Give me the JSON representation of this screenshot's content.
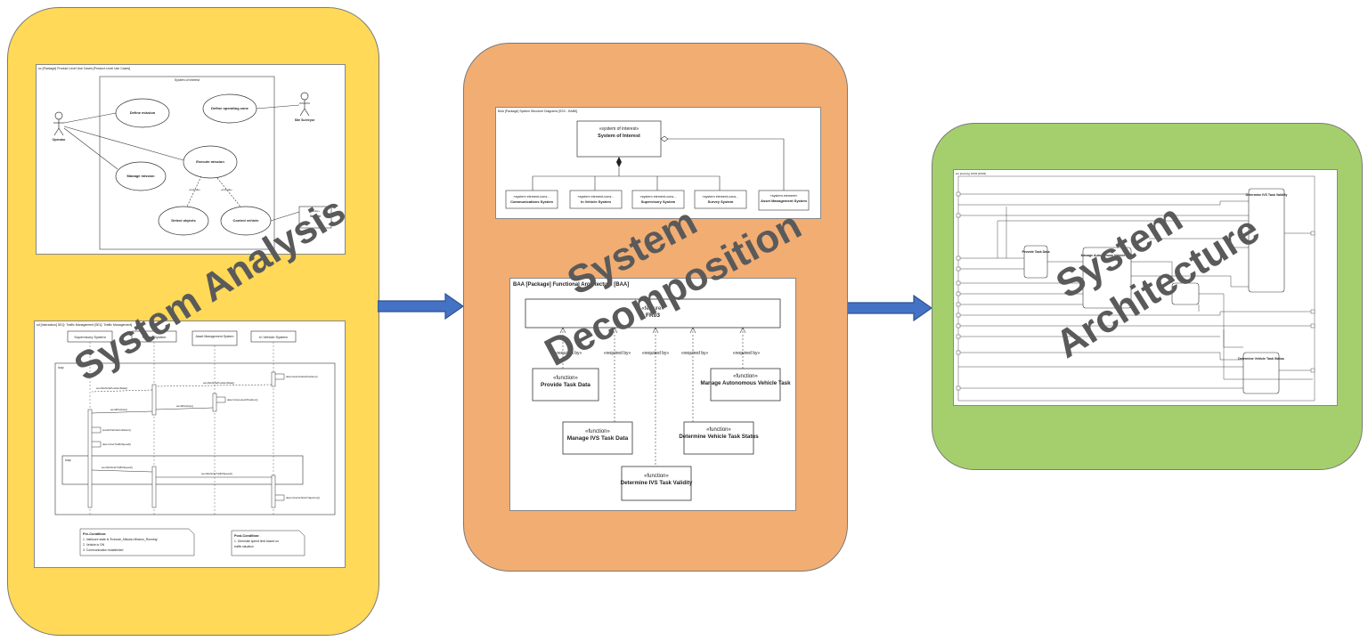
{
  "stages": {
    "analysis": {
      "label": "System Analysis",
      "color": "#ffd957"
    },
    "decomposition": {
      "label_line1": "System",
      "label_line2": "Decomposition",
      "color": "#f2ad73"
    },
    "architecture": {
      "label_line1": "System",
      "label_line2": "Architecture",
      "color": "#a5cf6c"
    }
  },
  "usecase": {
    "frame_title": "uc [Package] Product Level Use Cases [Product Level Use Cases]",
    "boundary": "System of Interest",
    "actors": [
      "Operator",
      "Site Surveyor",
      "Vehicle"
    ],
    "cases": [
      "Define mission",
      "Define operating zone",
      "Execute mission",
      "Manage mission",
      "Detect objects",
      "Control vehicle"
    ],
    "relations": [
      "«include»",
      "«include»"
    ],
    "vehicle_box": "«actor»"
  },
  "sequence": {
    "frame_title": "sd [Interaction] SEQ: Traffic Management [SEQ: Traffic Management]",
    "lifelines": [
      "Supervisory System",
      "Survey System",
      "Asset Management System",
      "In Vehicle System"
    ],
    "fragments": [
      "loop",
      "loop"
    ],
    "messages": [
      "determineVehiclePosition()",
      "sendVehiclePositionData()",
      "sendVehiclePositionData()",
      "determineLaneFPosition()",
      "sendPosition()",
      "sendPosition()",
      "predictVehicleCollision()",
      "determineTrafficSpeed()",
      "sendVehicleTrafficSpeed()",
      "sendVehicleTrafficSpeed()",
      "determineVehicleTrajectory()"
    ],
    "precondition_title": "Pre-Condition:",
    "preconditions": [
      "1. Intelicore state is 'Execute_Mission.Mission_Running'",
      "2. Vehicle is ON",
      "3. Communication established"
    ],
    "postcondition_title": "Post-Condition:",
    "postconditions": [
      "1. Generate speed limit based on",
      "traffic situation"
    ]
  },
  "structure": {
    "frame_title": "BAA [Package] System Structure Diagrams [SSV - BAB5]",
    "top_stereo": "«system of interest»",
    "top_name": "System of Interest",
    "children": [
      {
        "stereo": "«system element,cons...",
        "name": "Communications System"
      },
      {
        "stereo": "«system element,cons...",
        "name": "In Vehicle System"
      },
      {
        "stereo": "«system element,cons...",
        "name": "Supervisory System"
      },
      {
        "stereo": "«system element,cons...",
        "name": "Survey System"
      },
      {
        "stereo": "«system element»",
        "name": "Asset Management System"
      }
    ]
  },
  "functional": {
    "frame_title": "BAA [Package] Functional Architecture [BAA]",
    "feature_stereo": "«feature»",
    "feature_name": "FR03",
    "required_by": [
      "«required by»",
      "«required by»",
      "«required by»",
      "«required by»",
      "«required by»"
    ],
    "functions": [
      {
        "stereo": "«function»",
        "name": "Provide Task Data"
      },
      {
        "stereo": "«function»",
        "name": "Manage Autonomous Vehicle Task"
      },
      {
        "stereo": "«function»",
        "name": "Manage IVS Task Data"
      },
      {
        "stereo": "«function»",
        "name": "Determine Vehicle Task Status"
      },
      {
        "stereo": "«function»",
        "name": "Determine IVS Task Validity"
      }
    ]
  },
  "activity": {
    "frame_title": "act [Activity] FR03 [FR03]",
    "actions": [
      "Determine IVS Task Validity",
      "Provide Task Data",
      "Manage Autonomous Vehicle Task",
      "Determine Vehicle Task Status"
    ]
  }
}
